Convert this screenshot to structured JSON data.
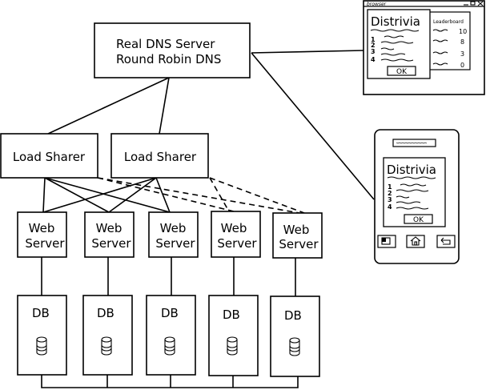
{
  "dns": {
    "line1": "Real DNS Server",
    "line2": "Round Robin DNS"
  },
  "load_sharers": [
    {
      "label": "Load Sharer"
    },
    {
      "label": "Load Sharer"
    }
  ],
  "web_servers": [
    {
      "line1": "Web",
      "line2": "Server"
    },
    {
      "line1": "Web",
      "line2": "Server"
    },
    {
      "line1": "Web",
      "line2": "Server"
    },
    {
      "line1": "Web",
      "line2": "Server"
    },
    {
      "line1": "Web",
      "line2": "Server"
    }
  ],
  "databases": [
    {
      "label": "DB",
      "icon": "database-icon"
    },
    {
      "label": "DB",
      "icon": "database-icon"
    },
    {
      "label": "DB",
      "icon": "database-icon"
    },
    {
      "label": "DB",
      "icon": "database-icon"
    },
    {
      "label": "DB",
      "icon": "database-icon"
    }
  ],
  "browser": {
    "title": "browser",
    "app_title": "Distrivia",
    "leaderboard_title": "Leaderboard",
    "list_numbers": [
      "1",
      "2",
      "3",
      "4"
    ],
    "scores": [
      "10",
      "8",
      "3",
      "0"
    ],
    "ok_label": "OK"
  },
  "phone": {
    "app_title": "Distrivia",
    "list_numbers": [
      "1",
      "2",
      "3",
      "4"
    ],
    "ok_label": "OK",
    "buttons": [
      "window-icon",
      "home-icon",
      "back-icon"
    ]
  }
}
